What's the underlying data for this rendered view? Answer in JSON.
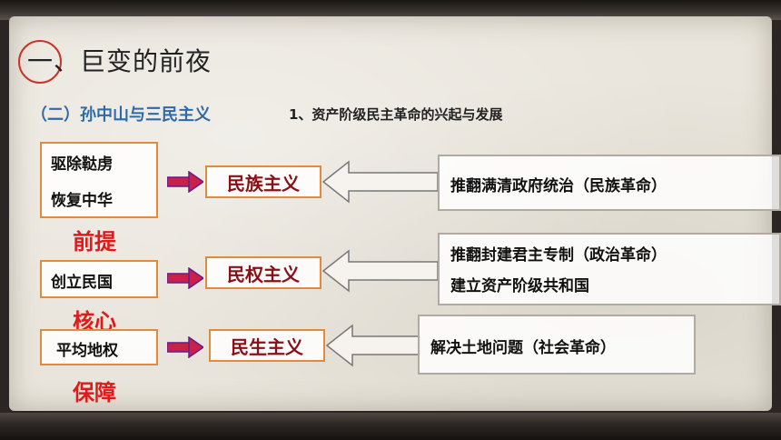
{
  "title": "一、巨变的前夜",
  "subtitle": "（二）孙中山与三民主义",
  "subheading": "1、资产阶级民主革命的兴起与发展",
  "rows": [
    {
      "slogan_lines": [
        "驱除鞑虏",
        "恢复中华"
      ],
      "principle": "民族主义",
      "label": "前提",
      "goal_lines": [
        "推翻满清政府统治（民族革命）"
      ]
    },
    {
      "slogan_lines": [
        "创立民国"
      ],
      "principle": "民权主义",
      "label": "核心",
      "goal_lines": [
        "推翻封建君主专制（政治革命）",
        "建立资产阶级共和国"
      ]
    },
    {
      "slogan_lines": [
        "平均地权"
      ],
      "principle": "民生主义",
      "label": "保障",
      "goal_lines": [
        "解决土地问题（社会革命）"
      ]
    }
  ],
  "colors": {
    "accent_red": "#e01a1a",
    "principle_text": "#8a0f17",
    "box_border": "#e58a3c",
    "subtitle_blue": "#2e6aa8"
  }
}
